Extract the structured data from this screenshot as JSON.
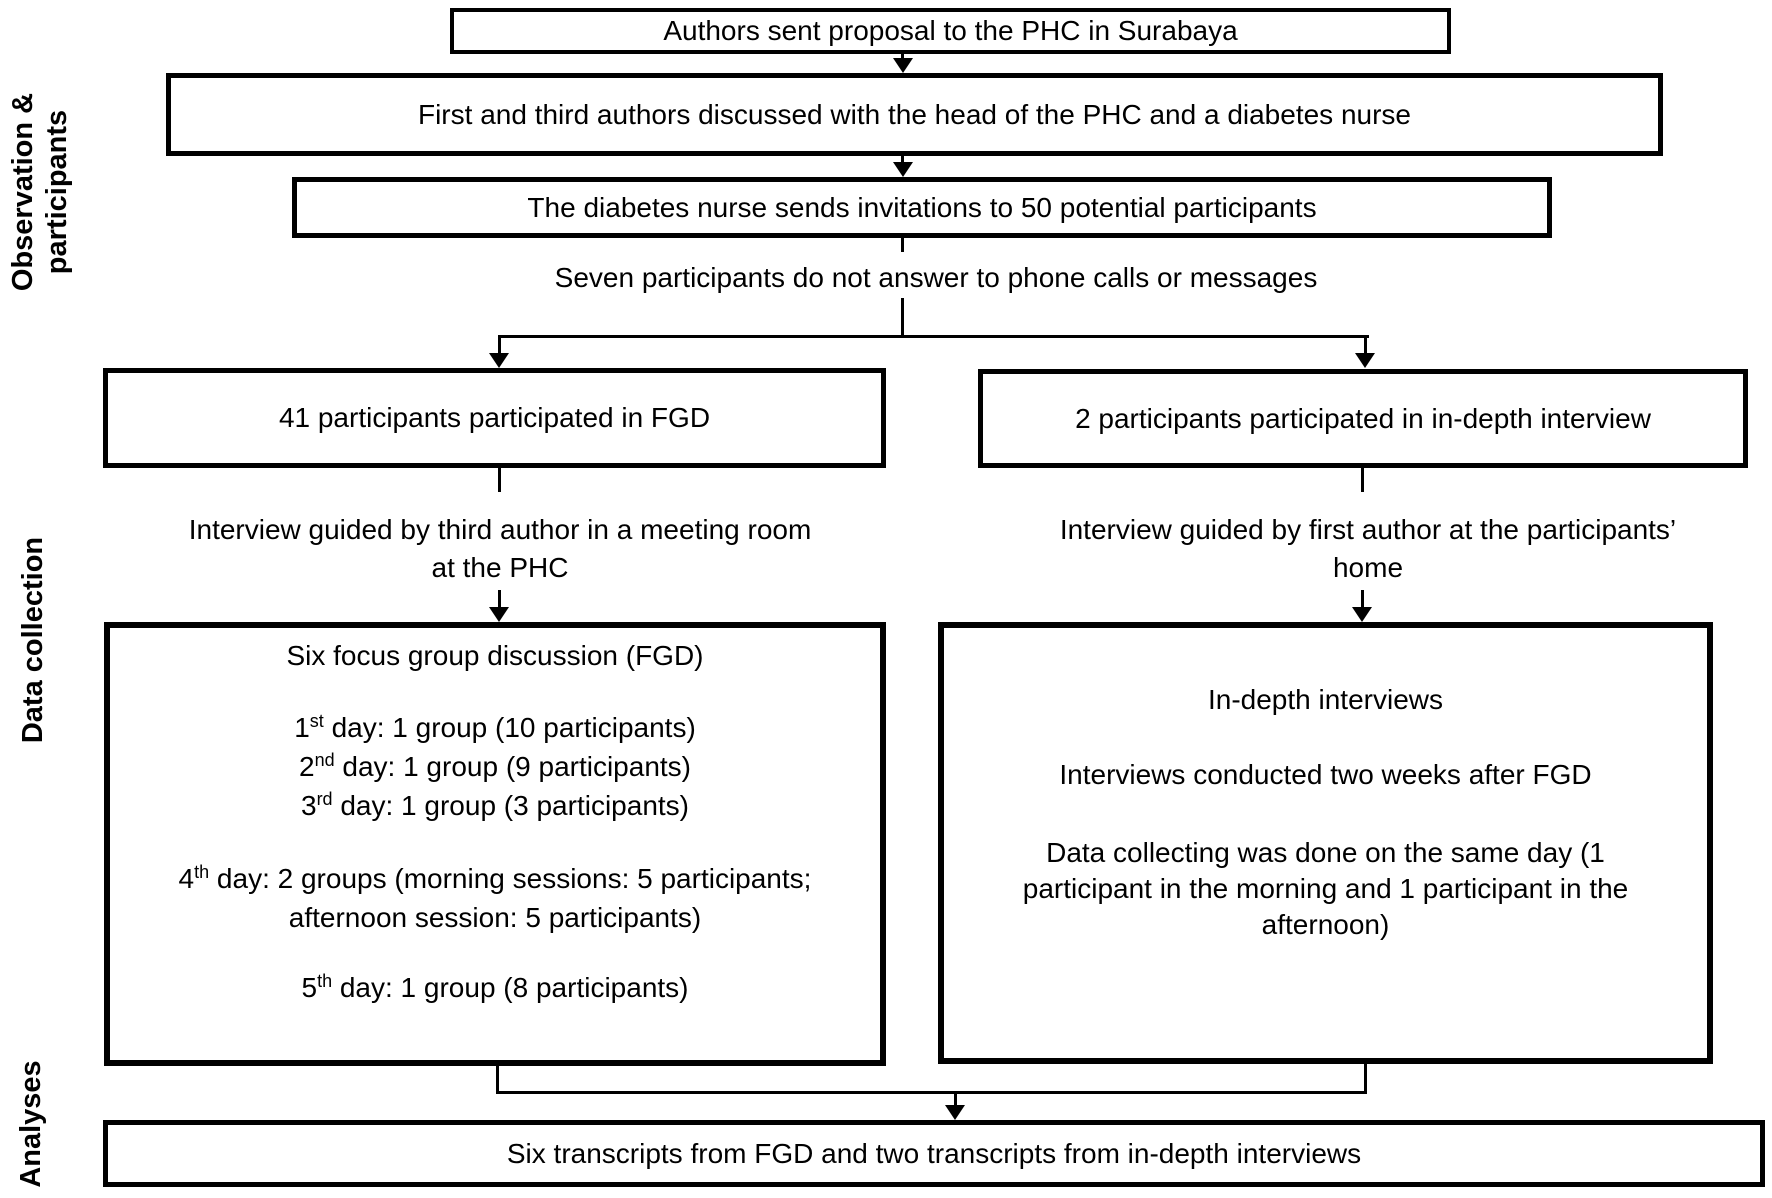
{
  "figure": {
    "background": "#ffffff",
    "line_color": "#000000"
  },
  "sidebar": {
    "observation_line1": "Observation &",
    "observation_line2": "participants",
    "data_collection": "Data collection",
    "analyses": "Analyses"
  },
  "flow": {
    "proposal_box": "Authors sent proposal to the PHC in Surabaya",
    "discussion_box": "First and third authors discussed with the head of  the PHC and a diabetes nurse",
    "invitation_box": "The diabetes nurse sends invitations to 50 potential participants",
    "dropout_note": "Seven participants do not answer to phone calls or messages",
    "fgd_branch_box": "41 participants participated in FGD",
    "interview_branch_box": "2 participants participated in in-depth interview",
    "fgd_caption_line1": "Interview guided by third author in a meeting room",
    "fgd_caption_line2": "at the PHC",
    "interview_caption_line1": "Interview guided by first author at the participants’",
    "interview_caption_line2": "home",
    "analysis_box": "Six transcripts from FGD and two transcripts from in-depth interviews"
  },
  "fgd_detail": {
    "title": "Six focus group discussion (FGD)",
    "day1": {
      "num": "1",
      "sup": "st",
      "rest": " day: 1 group (10 participants)"
    },
    "day2": {
      "num": "2",
      "sup": "nd",
      "rest": " day: 1 group (9 participants)"
    },
    "day3": {
      "num": "3",
      "sup": "rd",
      "rest": " day: 1 group (3 participants)"
    },
    "day4": {
      "num": "4",
      "sup": "th",
      "rest": " day: 2 groups (morning sessions: 5 participants;",
      "cont": "afternoon session: 5 participants)"
    },
    "day5": {
      "num": "5",
      "sup": "th",
      "rest": " day: 1 group (8 participants)"
    }
  },
  "interview_detail": {
    "title": "In-depth interviews",
    "para1": "Interviews conducted two weeks after FGD",
    "para2": "Data collecting was done on the same day (1 participant in the morning and 1 participant in the afternoon)"
  }
}
